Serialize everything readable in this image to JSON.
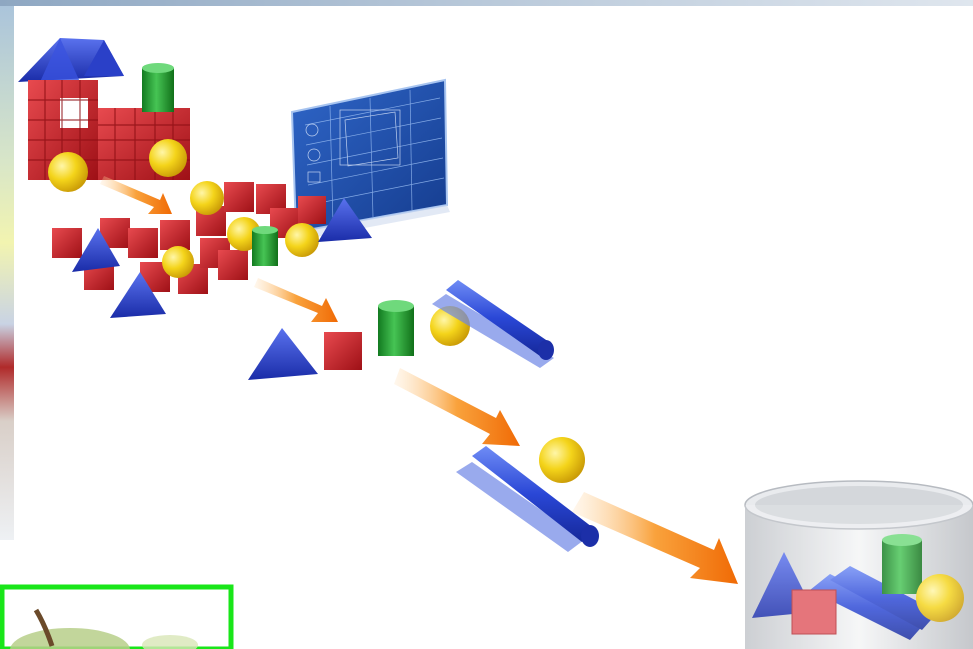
{
  "colors": {
    "block_red": "#c4171d",
    "block_red_dark": "#8e0f14",
    "block_red_light": "#e84a4f",
    "block_blue": "#1f35c2",
    "block_blue_light": "#4a63e6",
    "block_green": "#1e9a2c",
    "block_green_light": "#5cc96a",
    "ball_yellow": "#f2cf12",
    "arrow_orange": "#f57c0a",
    "blueprint": "#1c4fa8",
    "bin_gray": "#cfd2d6",
    "frame_green": "#19e619",
    "page_bg": "#ffffff"
  },
  "diagram": {
    "stages": [
      {
        "id": "assembled-toy-train",
        "icon": "block-train-icon"
      },
      {
        "id": "blueprint",
        "icon": "blueprint-icon"
      },
      {
        "id": "scattered-blocks",
        "icon": "block-pile-icon"
      },
      {
        "id": "sorted-parts",
        "icon": "sorted-parts-icon"
      },
      {
        "id": "single-parts",
        "icon": "parts-icon"
      },
      {
        "id": "storage-bin",
        "icon": "bin-icon"
      }
    ],
    "arrows": 4
  }
}
